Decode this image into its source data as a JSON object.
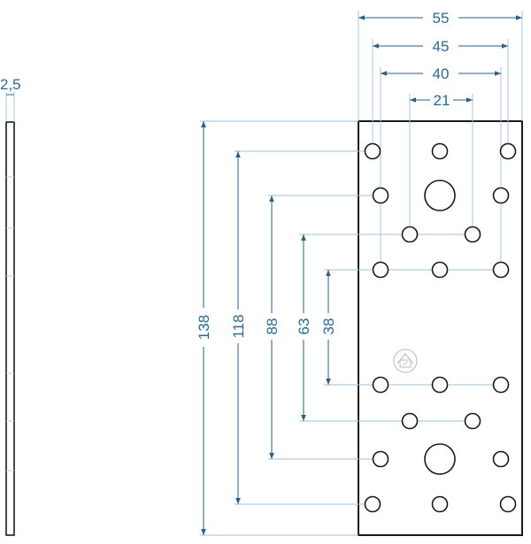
{
  "drawing": {
    "thickness_label": "2,5",
    "width_labels": [
      "55",
      "45",
      "40",
      "21"
    ],
    "height_labels": [
      "138",
      "118",
      "88",
      "63",
      "38"
    ],
    "line_color": "#2a6a96",
    "outline_color": "#1a1a1a",
    "logo": "stamped-house-logo"
  }
}
